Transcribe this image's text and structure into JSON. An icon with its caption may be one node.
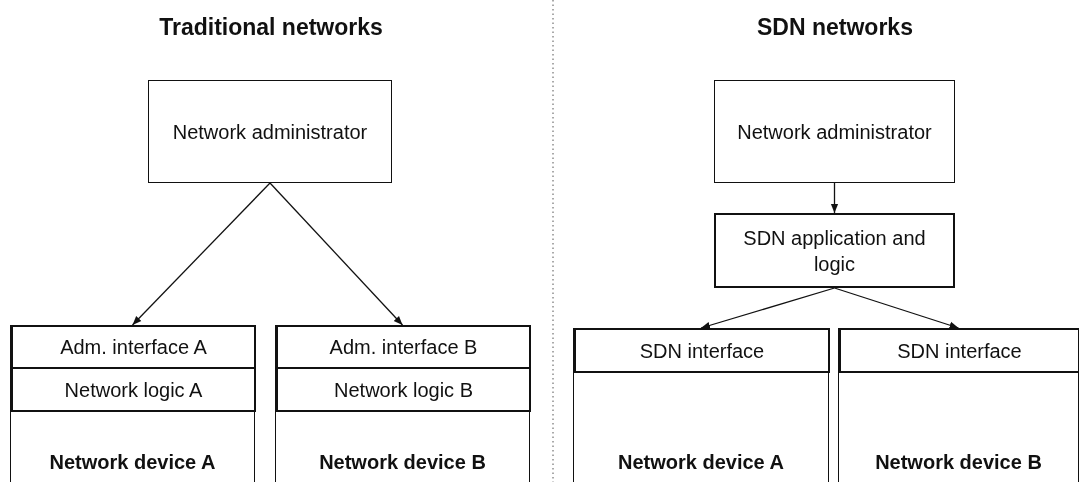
{
  "diagram": {
    "nodes": [
      {
        "text": [
          "Network administrator"
        ]
      },
      {
        "text": [
          "Network device A"
        ]
      },
      {
        "text": [
          "Adm. interface A"
        ],
        "in": 1
      },
      {
        "text": [
          "Network logic A"
        ],
        "in": 1
      },
      {
        "text": [
          "Network device B"
        ]
      },
      {
        "text": [
          "Adm. interface B"
        ],
        "in": 4
      },
      {
        "text": [
          "Network logic B"
        ],
        "in": 4
      },
      {
        "text": [
          "Network administrator"
        ]
      },
      {
        "text": [
          "SDN application and logic"
        ]
      },
      {
        "text": [
          "Network device A"
        ]
      },
      {
        "text": [
          "SDN interface"
        ],
        "in": 9
      },
      {
        "text": [
          "Network device B"
        ]
      },
      {
        "text": [
          "SDN interface"
        ],
        "in": 11
      }
    ],
    "edges": [
      {
        "from": 0,
        "to": 2,
        "arrow": "to"
      },
      {
        "from": 0,
        "to": 5,
        "arrow": "to"
      },
      {
        "from": 7,
        "to": 8,
        "arrow": "to"
      },
      {
        "from": 8,
        "to": 10,
        "arrow": "to"
      },
      {
        "from": 8,
        "to": 12,
        "arrow": "to"
      }
    ],
    "labels": [
      "Traditional networks",
      "SDN networks"
    ]
  }
}
